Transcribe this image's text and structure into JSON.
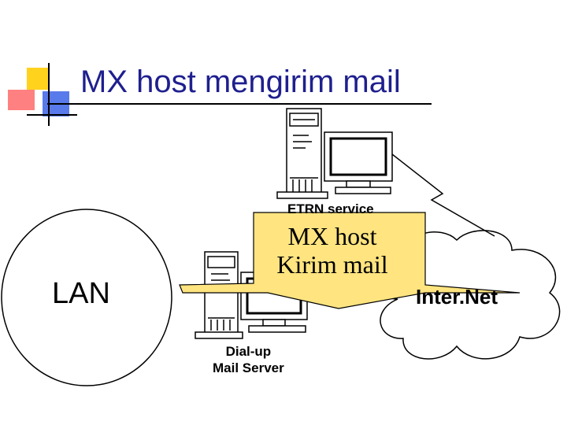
{
  "slide": {
    "title": "MX host mengirim mail"
  },
  "diagram": {
    "lan_label": "LAN",
    "internet_label": "Inter.Net",
    "etrn_label": "ETRN service",
    "dialup_label_line1": "Dial-up",
    "dialup_label_line2": "Mail Server",
    "callout_line1": "MX host",
    "callout_line2": "Kirim mail"
  },
  "colors": {
    "title_text": "#1f1f8f",
    "deco_yellow": "#ffd21e",
    "deco_red": "#ff6a6a",
    "deco_blue": "#3c63e6",
    "callout_fill": "#ffe480"
  }
}
